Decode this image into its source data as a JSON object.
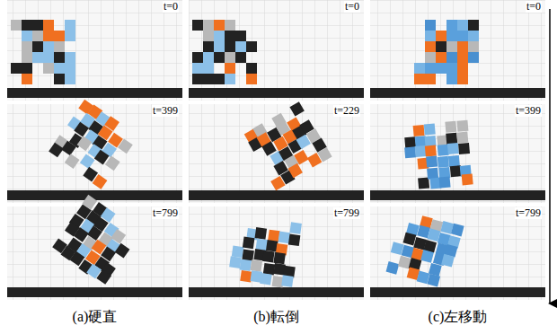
{
  "diagram": {
    "labels": [
      "t=0",
      "t=399",
      "t=799",
      "t=0",
      "t=229",
      "t=799",
      "t=0",
      "t=399",
      "t=799",
      "(a)硬直",
      "(b)転倒",
      "(c)左移動"
    ]
  }
}
